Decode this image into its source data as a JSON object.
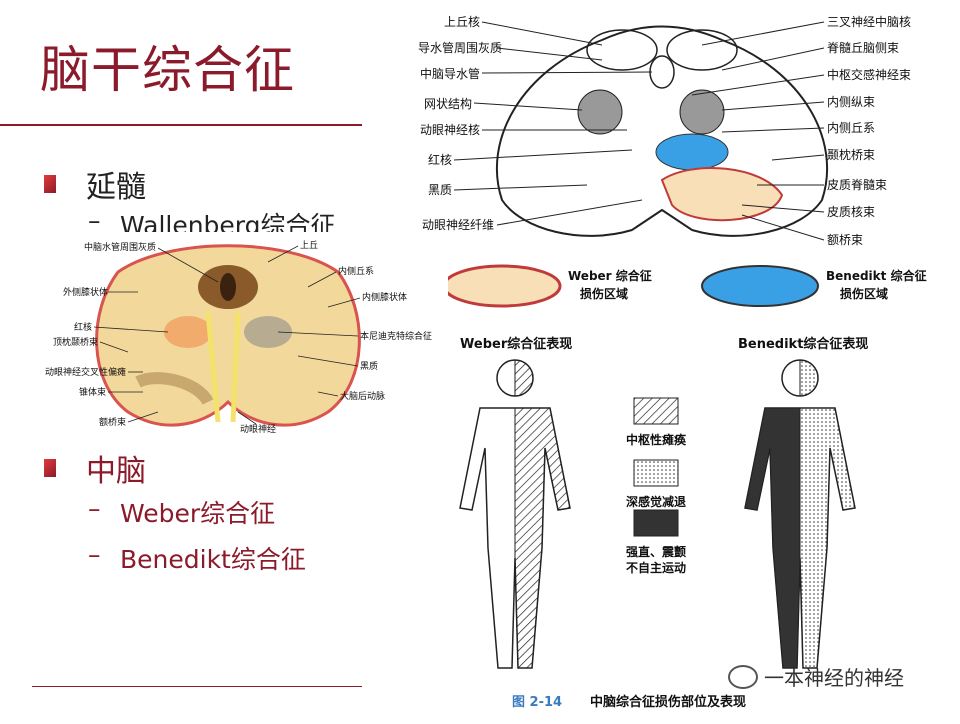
{
  "slide": {
    "title": "脑干综合征",
    "bullets": [
      {
        "label": "延髓",
        "color": "#222222"
      },
      {
        "label": "中脑",
        "color": "#8b1a2b"
      }
    ],
    "sub_bullets": {
      "medulla": [
        "Wallenberg综合征"
      ],
      "midbrain": [
        "Weber综合征",
        "Benedikt综合征"
      ]
    }
  },
  "figure_top": {
    "left_labels": [
      "上丘核",
      "导水管周围灰质",
      "中脑导水管",
      "网状结构",
      "动眼神经核",
      "红核",
      "黑质",
      "动眼神经纤维"
    ],
    "right_labels": [
      "三叉神经中脑核",
      "脊髓丘脑侧束",
      "中枢交感神经束",
      "内侧纵束",
      "内侧丘系",
      "颞枕桥束",
      "皮质脊髓束",
      "皮质核束",
      "额桥束"
    ]
  },
  "figure_legend": {
    "weber_label": "Weber 综合征\n损伤区域",
    "benedikt_label": "Benedikt 综合征\n损伤区域",
    "weber_color": "#f8dfb8",
    "benedikt_color": "#3aa0e6"
  },
  "figure_bodies": {
    "weber_title": "Weber综合征表现",
    "benedikt_title": "Benedikt综合征表现",
    "key": [
      "中枢性瘫痪",
      "深感觉减退",
      "强直、震颤\n不自主运动"
    ],
    "caption_num": "图 2-14",
    "caption_text": "中脑综合征损伤部位及表现"
  },
  "figure_left": {
    "left_labels": [
      "中脑水管周围灰质",
      "外侧膝状体",
      "红核",
      "顶枕颞桥束",
      "动眼神经交叉性偏瘫",
      "锥体束",
      "额桥束"
    ],
    "right_labels": [
      "上丘",
      "内侧丘系",
      "内侧膝状体",
      "本尼迪克特综合征",
      "黑质",
      "大脑后动脉",
      "动眼神经"
    ]
  },
  "watermark": "一本神经的神经"
}
